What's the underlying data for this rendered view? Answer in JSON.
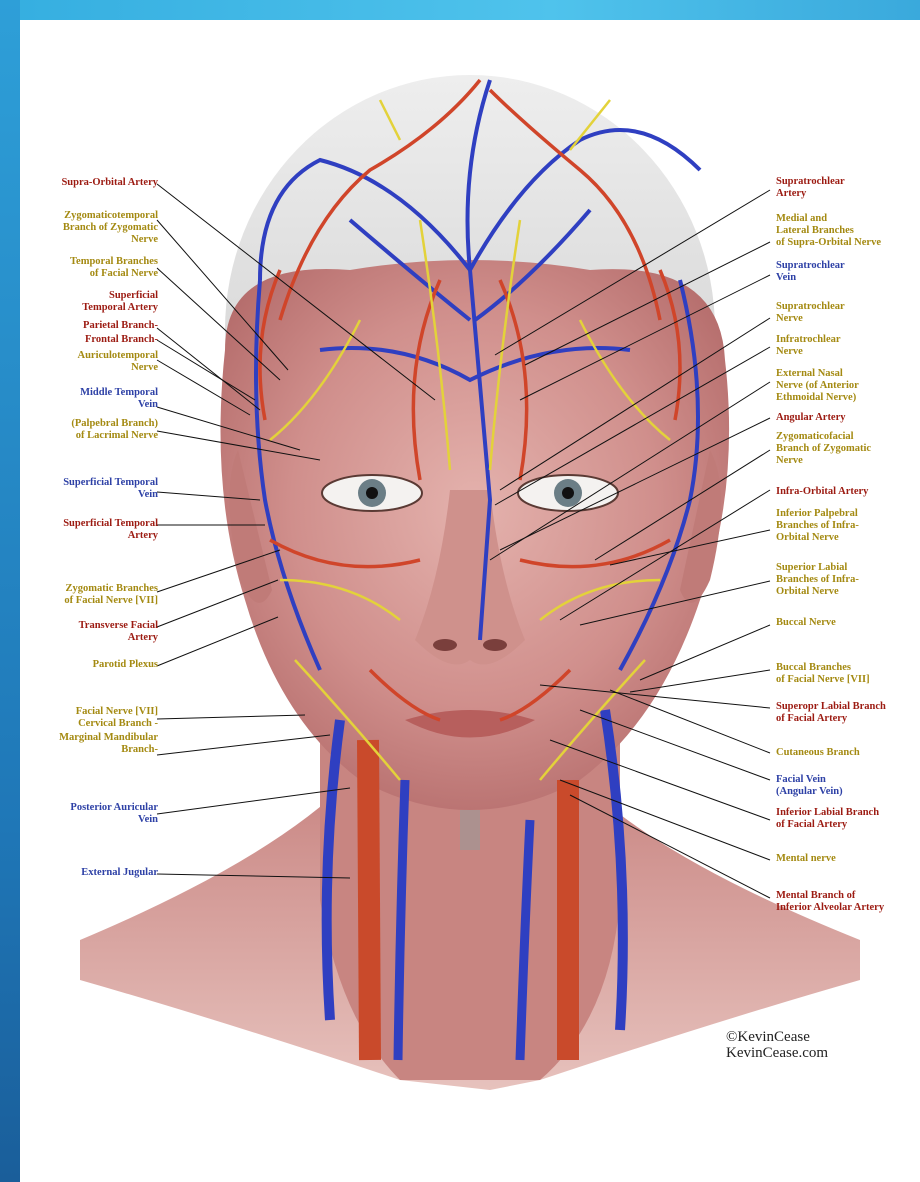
{
  "colors": {
    "artery": "#9c1b12",
    "nerve": "#a48a12",
    "vein": "#2e41a6",
    "frame": "#2e9fd8"
  },
  "labels_left": [
    {
      "lines": [
        "Supra-Orbital Artery"
      ],
      "kind": "artery"
    },
    {
      "lines": [
        "Zygomaticotemporal",
        "Branch of Zygomatic",
        "Nerve"
      ],
      "kind": "nerve"
    },
    {
      "lines": [
        "Temporal Branches",
        "of Facial Nerve"
      ],
      "kind": "nerve"
    },
    {
      "lines": [
        "Superficial",
        "Temporal Artery"
      ],
      "kind": "artery"
    },
    {
      "lines": [
        "Parietal Branch-"
      ],
      "kind": "artery"
    },
    {
      "lines": [
        "Frontal Branch-"
      ],
      "kind": "artery"
    },
    {
      "lines": [
        "Auriculotemporal",
        "Nerve"
      ],
      "kind": "nerve"
    },
    {
      "lines": [
        "Middle Temporal",
        "Vein"
      ],
      "kind": "vein"
    },
    {
      "lines": [
        "(Palpebral Branch)",
        "of Lacrimal Nerve"
      ],
      "kind": "nerve"
    },
    {
      "lines": [
        "Superficial Temporal",
        "Vein"
      ],
      "kind": "vein"
    },
    {
      "lines": [
        "Superficial Temporal",
        "Artery"
      ],
      "kind": "artery"
    },
    {
      "lines": [
        "Zygomatic Branches",
        "of Facial Nerve [VII]"
      ],
      "kind": "nerve"
    },
    {
      "lines": [
        "Transverse Facial",
        "Artery"
      ],
      "kind": "artery"
    },
    {
      "lines": [
        "Parotid Plexus"
      ],
      "kind": "nerve"
    },
    {
      "lines": [
        "Facial Nerve [VII]",
        "Cervical Branch -"
      ],
      "kind": "nerve"
    },
    {
      "lines": [
        "Marginal Mandibular",
        "Branch-"
      ],
      "kind": "nerve"
    },
    {
      "lines": [
        "Posterior Auricular",
        "Vein"
      ],
      "kind": "vein"
    },
    {
      "lines": [
        "External Jugular"
      ],
      "kind": "vein"
    }
  ],
  "labels_right": [
    {
      "lines": [
        "Supratrochlear",
        "Artery"
      ],
      "kind": "artery"
    },
    {
      "lines": [
        "Medial and",
        "Lateral Branches",
        "of Supra-Orbital Nerve"
      ],
      "kind": "nerve"
    },
    {
      "lines": [
        "Supratrochlear",
        "Vein"
      ],
      "kind": "vein"
    },
    {
      "lines": [
        "Supratrochlear",
        "Nerve"
      ],
      "kind": "nerve"
    },
    {
      "lines": [
        "Infratrochlear",
        "Nerve"
      ],
      "kind": "nerve"
    },
    {
      "lines": [
        "External Nasal",
        "Nerve (of Anterior",
        "Ethmoidal Nerve)"
      ],
      "kind": "nerve"
    },
    {
      "lines": [
        "Angular Artery"
      ],
      "kind": "artery"
    },
    {
      "lines": [
        "Zygomaticofacial",
        "Branch of Zygomatic",
        "Nerve"
      ],
      "kind": "nerve"
    },
    {
      "lines": [
        "Infra-Orbital Artery"
      ],
      "kind": "artery"
    },
    {
      "lines": [
        "Inferior Palpebral",
        "Branches of Infra-",
        "Orbital Nerve"
      ],
      "kind": "nerve"
    },
    {
      "lines": [
        "Superior Labial",
        "Branches of Infra-",
        "Orbital Nerve"
      ],
      "kind": "nerve"
    },
    {
      "lines": [
        "Buccal Nerve"
      ],
      "kind": "nerve"
    },
    {
      "lines": [
        "Buccal Branches",
        "of Facial Nerve [VII]"
      ],
      "kind": "nerve"
    },
    {
      "lines": [
        "Superopr Labial Branch",
        "of Facial Artery"
      ],
      "kind": "artery"
    },
    {
      "lines": [
        "Cutaneous Branch"
      ],
      "kind": "nerve"
    },
    {
      "lines": [
        "Facial Vein",
        "(Angular Vein)"
      ],
      "kind": "vein"
    },
    {
      "lines": [
        "Inferior Labial Branch",
        "of Facial Artery"
      ],
      "kind": "artery"
    },
    {
      "lines": [
        "Mental nerve"
      ],
      "kind": "nerve"
    },
    {
      "lines": [
        "Mental Branch of",
        "Inferior Alveolar Artery"
      ],
      "kind": "artery"
    }
  ],
  "credit": {
    "copyright": "©KevinCease",
    "site": "KevinCease.com"
  }
}
